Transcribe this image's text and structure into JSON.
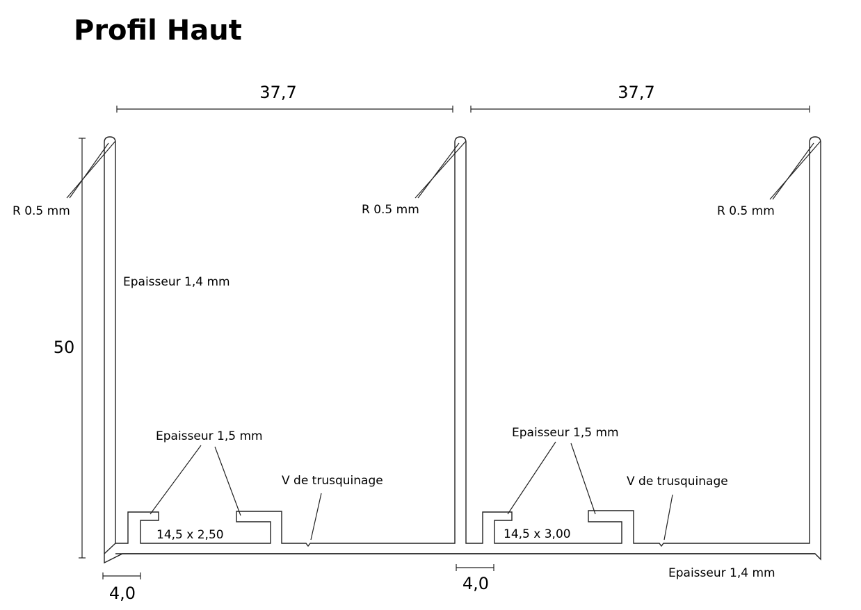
{
  "title": "Profil Haut",
  "dimensions": {
    "width_left": "37,7",
    "width_right": "37,7",
    "height": "50",
    "gap_left": "4,0",
    "gap_right": "4,0"
  },
  "annotations": {
    "radius_1": "R 0.5 mm",
    "radius_2": "R 0.5 mm",
    "radius_3": "R 0.5 mm",
    "wall_thickness": "Epaisseur 1,4 mm",
    "base_thickness": "Epaisseur 1,4 mm",
    "rib_thickness_left": "Epaisseur 1,5 mm",
    "rib_thickness_right": "Epaisseur 1,5 mm",
    "groove_left": "V de trusquinage",
    "groove_right": "V de trusquinage",
    "slot_left": "14,5 x 2,50",
    "slot_right": "14,5 x 3,00"
  }
}
